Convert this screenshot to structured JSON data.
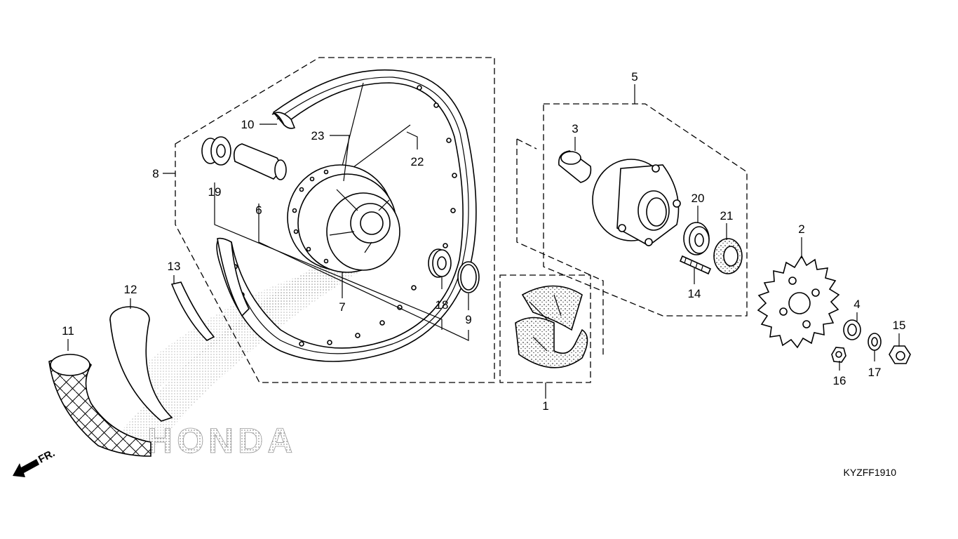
{
  "diagram": {
    "part_numbers": [
      "1",
      "2",
      "3",
      "4",
      "5",
      "6",
      "7",
      "8",
      "9",
      "10",
      "11",
      "12",
      "13",
      "14",
      "15",
      "16",
      "17",
      "18",
      "19",
      "20",
      "21",
      "22",
      "23"
    ],
    "diagram_code": "KYZFF1910",
    "direction_label": "FR.",
    "watermark": "HONDA"
  }
}
